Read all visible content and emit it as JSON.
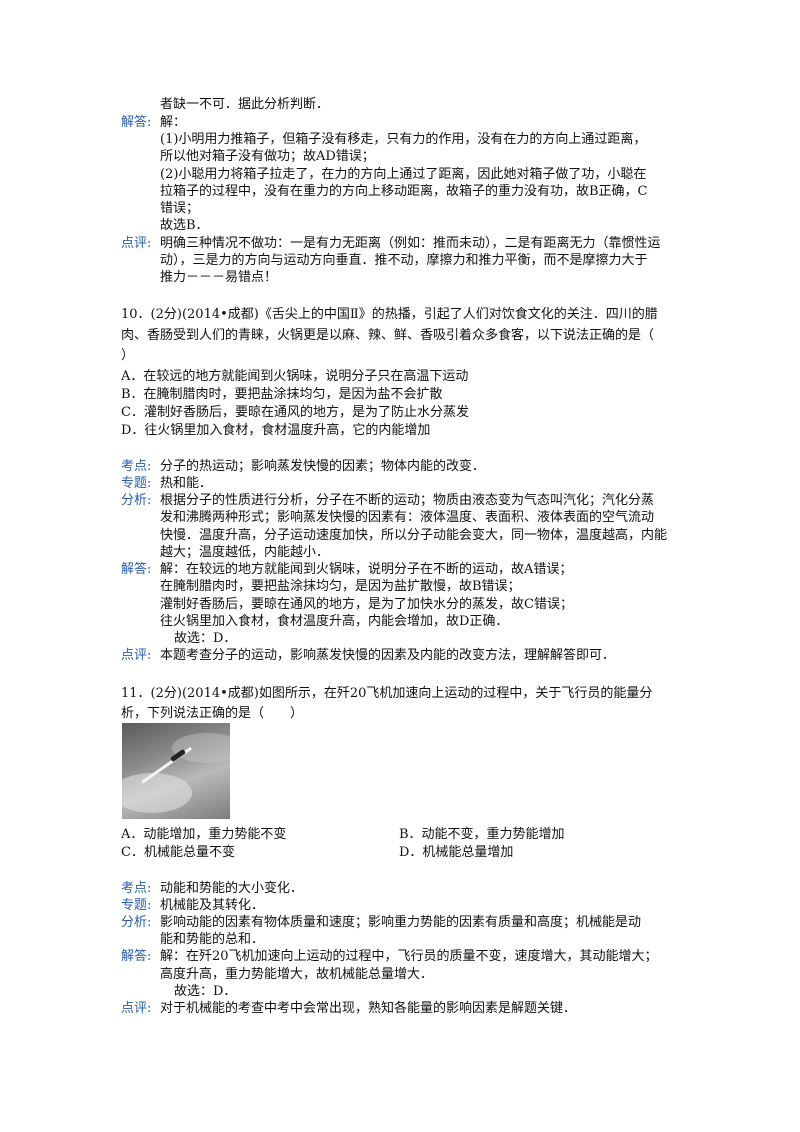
{
  "labels": {
    "kaodian": "考点:",
    "zhuanti": "专题:",
    "fenxi": "分析:",
    "jieda": "解答:",
    "dianping": "点评:"
  },
  "q9": {
    "analysis_tail": "者缺一不可．据此分析判断．",
    "answer_lines": [
      "解：",
      "(1)小明用力推箱子，但箱子没有移走，只有力的作用，没有在力的方向上通过距离，",
      "所以他对箱子没有做功；故AD错误；",
      "(2)小聪用力将箱子拉走了，在力的方向上通过了距离，因此她对箱子做了功，小聪在",
      "拉箱子的过程中，没有在重力的方向上移动距离，故箱子的重力没有功，故B正确，C",
      "错误；",
      "故选B．"
    ],
    "comment_lines": [
      "明确三种情况不做功：一是有力无距离（例如：推而未动），二是有距离无力（靠惯性运",
      "动），三是力的方向与运动方向垂直．推不动，摩擦力和推力平衡，而不是摩擦力大于",
      "推力－－－易错点！"
    ]
  },
  "q10": {
    "stem_lines": [
      "10．(2分)(2014•成都)《舌尖上的中国Ⅱ》的热播，引起了人们对饮食文化的关注．四川的腊",
      "肉、香肠受到人们的青睐，火锅更是以麻、辣、鲜、香吸引着众多食客，以下说法正确的是（",
      "）"
    ],
    "options": [
      "A．在较远的地方就能闻到火锅味，说明分子只在高温下运动",
      "B．在腌制腊肉时，要把盐涂抹均匀，是因为盐不会扩散",
      "C．灌制好香肠后，要晾在通风的地方，是为了防止水分蒸发",
      "D．往火锅里加入食材，食材温度升高，它的内能增加"
    ],
    "kaodian": "分子的热运动；影响蒸发快慢的因素；物体内能的改变．",
    "zhuanti": "热和能．",
    "analysis_lines": [
      "根据分子的性质进行分析，分子在不断的运动；物质由液态变为气态叫汽化；汽化分蒸",
      "发和沸腾两种形式；影响蒸发快慢的因素有：液体温度、表面积、液体表面的空气流动",
      "快慢．温度升高，分子运动速度加快，所以分子动能会变大，同一物体，温度越高，内能",
      "越大；温度越低，内能越小．"
    ],
    "answer_lines": [
      "解：在较远的地方就能闻到火锅味，说明分子在不断的运动，故A错误；",
      "在腌制腊肉时，要把盐涂抹均匀，是因为盐扩散慢，故B错误；",
      "灌制好香肠后，要晾在通风的地方，是为了加快水分的蒸发，故C错误；",
      "往火锅里加入食材，食材温度升高，内能会增加，故D正确．",
      "故选：D．"
    ],
    "comment": "本题考查分子的运动，影响蒸发快慢的因素及内能的改变方法，理解解答即可．"
  },
  "q11": {
    "stem_lines": [
      "11．(2分)(2014•成都)如图所示，在歼20飞机加速向上运动的过程中，关于飞行员的能量分",
      "析，下列说法正确的是（　　）"
    ],
    "options": [
      "A．动能增加，重力势能不变",
      "B．动能不变，重力势能增加",
      "C．机械能总量不变",
      "D．机械能总量增加"
    ],
    "kaodian": "动能和势能的大小变化．",
    "zhuanti": "机械能及其转化．",
    "analysis_lines": [
      "影响动能的因素有物体质量和速度；影响重力势能的因素有质量和高度；机械能是动",
      "能和势能的总和．"
    ],
    "answer_lines": [
      "解：在歼20飞机加速向上运动的过程中，飞行员的质量不变，速度增大，其动能增大；",
      "高度升高，重力势能增大，故机械能总量增大．",
      "故选：D．"
    ],
    "comment": "对于机械能的考查中考中会常出现，熟知各能量的影响因素是解题关键．"
  }
}
